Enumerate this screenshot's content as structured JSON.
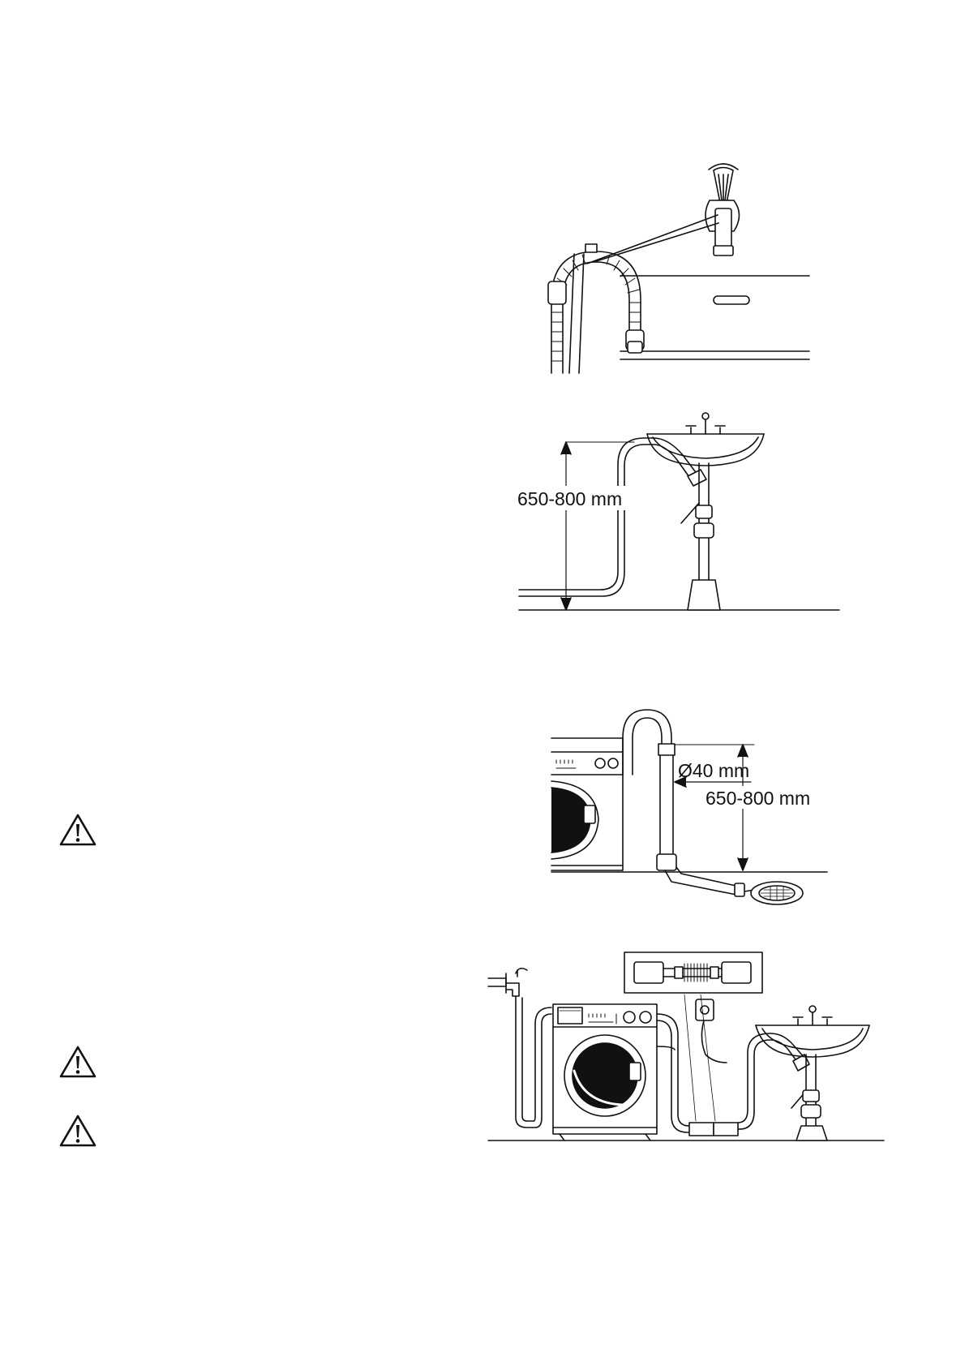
{
  "figures": {
    "sink_drain": {
      "height_label": "650-800 mm"
    },
    "standpipe": {
      "diameter_label": "Ø40 mm",
      "height_label": "650-800 mm"
    }
  },
  "icons": {
    "warning": "warning-triangle-icon"
  }
}
